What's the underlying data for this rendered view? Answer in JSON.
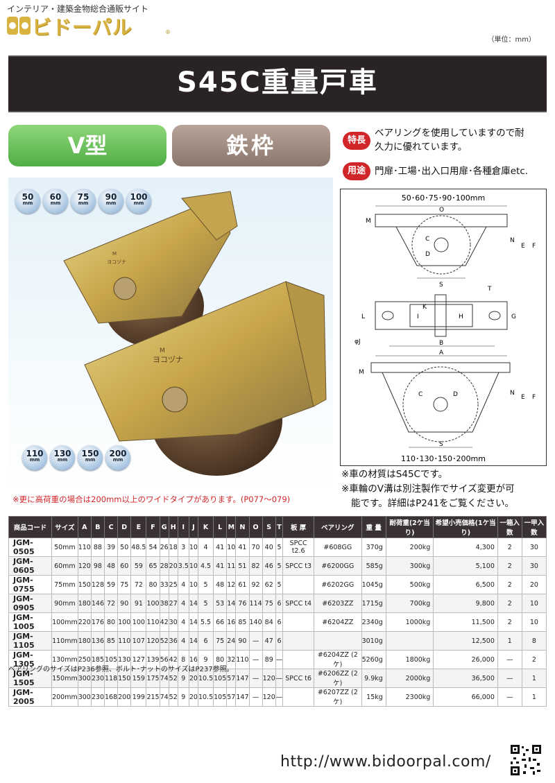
{
  "header": {
    "tagline": "インテリア・建築金物総合通販サイト",
    "logo_text": "ビドーパル",
    "logo_reg": "®",
    "unit": "（単位：mm）"
  },
  "title": "S45C重量戸車",
  "type_label": "V型",
  "frame_label": "鉄枠",
  "features": {
    "feature_badge": "特長",
    "feature_text_1": "ベアリングを使用していますので耐",
    "feature_text_2": "久力に優れています。",
    "use_badge": "用途",
    "use_text": "門扉･工場･出入口用扉･各種倉庫etc."
  },
  "sizes_top": [
    {
      "n": "50",
      "u": "mm"
    },
    {
      "n": "60",
      "u": "mm"
    },
    {
      "n": "75",
      "u": "mm"
    },
    {
      "n": "90",
      "u": "mm"
    },
    {
      "n": "100",
      "u": "mm"
    }
  ],
  "sizes_bottom": [
    {
      "n": "110",
      "u": "mm"
    },
    {
      "n": "130",
      "u": "mm"
    },
    {
      "n": "150",
      "u": "mm"
    },
    {
      "n": "200",
      "u": "mm"
    }
  ],
  "photo_labels": {
    "m1": "M",
    "brand1": "ヨコヅナ",
    "m2": "M",
    "brand2": "ヨコヅナ"
  },
  "note_red": "※更に高荷重の場合は200mm以上のワイドタイプがあります。(P077～079)",
  "diagram": {
    "top_sizes": "50･60･75･90･100mm",
    "bottom_sizes": "110･130･150･200mm",
    "labels": {
      "O": "O",
      "M": "M",
      "N": "N",
      "E": "E",
      "F": "F",
      "C": "C",
      "D": "D",
      "S": "S",
      "T": "T",
      "K": "K",
      "L": "L",
      "I": "I",
      "H": "H",
      "G": "G",
      "J": "φJ",
      "B": "B",
      "A": "A"
    }
  },
  "diagram_notes": {
    "line1": "※車の材質はS45Cです。",
    "line2": "※車輪のV溝は別注製作でサイズ変更が可",
    "line3": "能です。詳細はP241をご覧ください。"
  },
  "table": {
    "headers": [
      "商品コード",
      "サイズ",
      "A",
      "B",
      "C",
      "D",
      "E",
      "F",
      "G",
      "H",
      "I",
      "J",
      "K",
      "L",
      "M",
      "N",
      "O",
      "S",
      "T",
      "板 厚",
      "ベアリング",
      "重 量",
      "耐荷重(2ケ当り)",
      "希望小売価格(1ケ当り)",
      "一箱入数",
      "一甲入数"
    ],
    "rows": [
      {
        "code": "JGM-0505",
        "size": "50mm",
        "dims": [
          "110",
          "88",
          "39",
          "50",
          "48.5",
          "54",
          "26",
          "18",
          "3",
          "10",
          "4",
          "41",
          "10",
          "41",
          "70",
          "40",
          "5"
        ],
        "plate": "SPCC t2.6",
        "bearing": "#608GG",
        "weight": "370g",
        "load": "200kg",
        "price": "4,300",
        "box": "2",
        "case": "30"
      },
      {
        "code": "JGM-0605",
        "size": "60mm",
        "dims": [
          "120",
          "98",
          "48",
          "60",
          "59",
          "65",
          "28",
          "20",
          "3.5",
          "10",
          "4.5",
          "41",
          "11",
          "51",
          "82",
          "46",
          "5"
        ],
        "plate": "SPCC t3",
        "bearing": "#6200GG",
        "weight": "585g",
        "load": "300kg",
        "price": "5,100",
        "box": "2",
        "case": "30"
      },
      {
        "code": "JGM-0755",
        "size": "75mm",
        "dims": [
          "150",
          "128",
          "59",
          "75",
          "72",
          "80",
          "33",
          "25",
          "4",
          "10",
          "5",
          "48",
          "12",
          "61",
          "92",
          "62",
          "5"
        ],
        "plate": "",
        "bearing": "#6202GG",
        "weight": "1045g",
        "load": "500kg",
        "price": "6,500",
        "box": "2",
        "case": "20"
      },
      {
        "code": "JGM-0905",
        "size": "90mm",
        "dims": [
          "180",
          "146",
          "72",
          "90",
          "91",
          "100",
          "38",
          "27",
          "4",
          "14",
          "5",
          "53",
          "14",
          "76",
          "114",
          "75",
          "6"
        ],
        "plate": "SPCC t4",
        "bearing": "#6203ZZ",
        "weight": "1715g",
        "load": "700kg",
        "price": "9,800",
        "box": "2",
        "case": "10"
      },
      {
        "code": "JGM-1005",
        "size": "100mm",
        "dims": [
          "220",
          "176",
          "80",
          "100",
          "100",
          "110",
          "42",
          "30",
          "4",
          "14",
          "5.5",
          "66",
          "16",
          "85",
          "140",
          "84",
          "6"
        ],
        "plate": "",
        "bearing": "#6204ZZ",
        "weight": "2340g",
        "load": "1000kg",
        "price": "11,500",
        "box": "2",
        "case": "10"
      },
      {
        "code": "JGM-1105",
        "size": "110mm",
        "dims": [
          "180",
          "136",
          "85",
          "110",
          "107",
          "120",
          "52",
          "36",
          "4",
          "14",
          "6",
          "75",
          "24",
          "90",
          "—",
          "47",
          "6"
        ],
        "plate": "",
        "bearing": "",
        "weight": "3010g",
        "load": "",
        "price": "12,500",
        "box": "1",
        "case": "8"
      },
      {
        "code": "JGM-1305",
        "size": "130mm",
        "dims": [
          "250",
          "185",
          "105",
          "130",
          "127",
          "139",
          "56",
          "42",
          "8",
          "16",
          "9",
          "80",
          "32",
          "110",
          "—",
          "89",
          "—"
        ],
        "plate": "",
        "bearing": "#6204ZZ (2ケ)",
        "weight": "5260g",
        "load": "1800kg",
        "price": "26,000",
        "box": "—",
        "case": "2"
      },
      {
        "code": "JGM-1505",
        "size": "150mm",
        "dims": [
          "300",
          "230",
          "118",
          "150",
          "159",
          "175",
          "74",
          "52",
          "9",
          "20",
          "10.5",
          "105",
          "57",
          "147",
          "—",
          "120",
          "—"
        ],
        "plate": "SPCC t6",
        "bearing": "#6206ZZ (2ケ)",
        "weight": "9.9kg",
        "load": "2000kg",
        "price": "36,500",
        "box": "—",
        "case": "1"
      },
      {
        "code": "JGM-2005",
        "size": "200mm",
        "dims": [
          "300",
          "230",
          "168",
          "200",
          "199",
          "215",
          "74",
          "52",
          "9",
          "20",
          "10.5",
          "105",
          "57",
          "147",
          "—",
          "120",
          "—"
        ],
        "plate": "",
        "bearing": "#6207ZZ (2ケ)",
        "weight": "15kg",
        "load": "2300kg",
        "price": "66,000",
        "box": "—",
        "case": "1"
      }
    ]
  },
  "footnote": "ベアリングのサイズはP236参照、ボルト･ナットのサイズはP237参照。",
  "url": "http://www.bidoorpal.com/",
  "colors": {
    "accent_red": "#d0262a",
    "band": "#2a2323",
    "green": "#4fae45",
    "brown": "#8a766c",
    "gold": "#d9b341"
  }
}
